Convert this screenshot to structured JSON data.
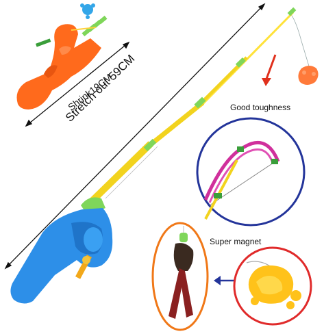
{
  "labels": {
    "stretch": "Stretch out 59CM",
    "shrink": "Shrink19CM",
    "toughness": "Good toughness",
    "magnet": "Super magnet"
  },
  "colors": {
    "rod_yellow": "#f2d31e",
    "handle_blue": "#2d8fe8",
    "guide_green": "#7fd65a",
    "small_rod_orange": "#ff6a1c",
    "fish_orange": "#ff7a3a",
    "turtle_yellow": "#ffc21a",
    "arrow_red": "#e0301c",
    "circle_blue": "#23349a",
    "circle_orange": "#f07818",
    "circle_red": "#e02a2a",
    "rod_pink": "#d0309c"
  }
}
